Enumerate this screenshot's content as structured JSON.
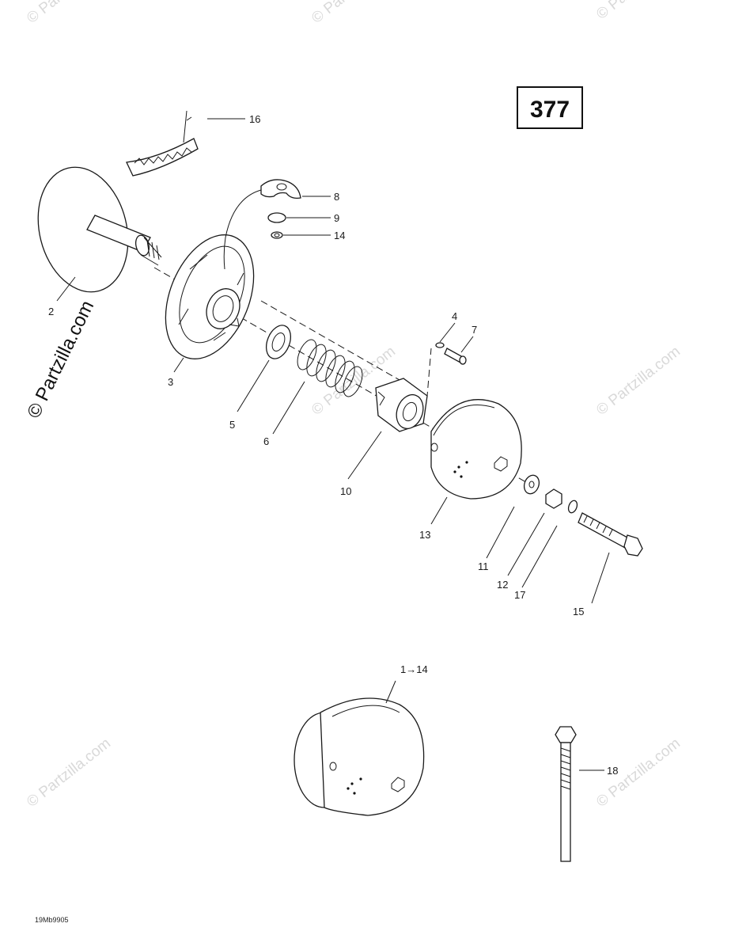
{
  "diagram_number": "377",
  "side_watermark": "© Partzilla.com",
  "watermark_text": "© Partzilla.com",
  "drawing_code": "19Mb9905",
  "callouts": {
    "c2": "2",
    "c3": "3",
    "c4": "4",
    "c5": "5",
    "c6": "6",
    "c7": "7",
    "c8": "8",
    "c9": "9",
    "c10": "10",
    "c11": "11",
    "c12": "12",
    "c13": "13",
    "c14": "14",
    "c15": "15",
    "c16": "16",
    "c17": "17",
    "c18": "18",
    "assembly": "1→14"
  }
}
